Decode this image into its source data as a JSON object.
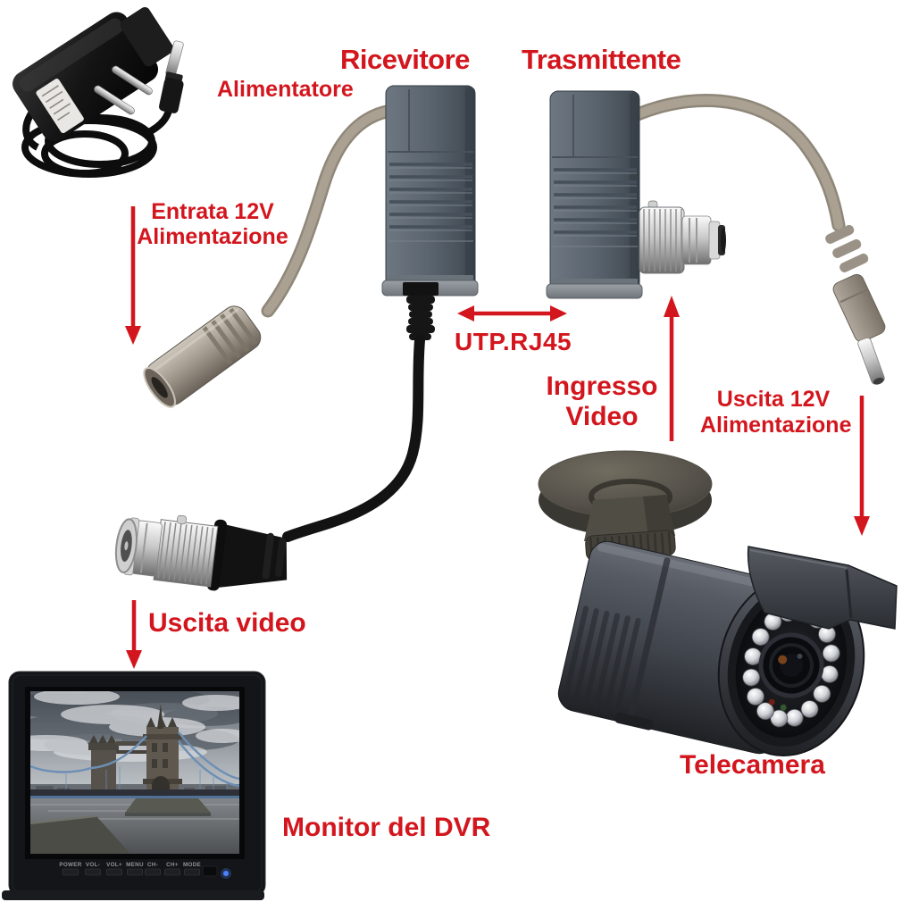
{
  "colors": {
    "annotation_red": "#d3161d",
    "background": "#ffffff"
  },
  "annotations": {
    "receiver_title": "Ricevitore",
    "transmitter_title": "Trasmittente",
    "power_adapter_label": "Alimentatore",
    "power_input_line1": "Entrata 12V",
    "power_input_line2": "Alimentazione",
    "utp_label": "UTP.RJ45",
    "video_input_line1": "Ingresso",
    "video_input_line2": "Video",
    "power_output_line1": "Uscita 12V",
    "power_output_line2": "Alimentazione",
    "video_output_label": "Uscita video",
    "monitor_label": "Monitor del DVR",
    "camera_label": "Telecamera"
  },
  "monitor": {
    "buttons": [
      "POWER",
      "VOL-",
      "VOL+",
      "MENU",
      "CH-",
      "CH+",
      "MODE"
    ]
  },
  "arrows": [
    {
      "name": "power-input-arrow",
      "direction": "down"
    },
    {
      "name": "utp-link-arrow",
      "direction": "horizontal-double"
    },
    {
      "name": "video-input-arrow",
      "direction": "up"
    },
    {
      "name": "power-output-arrow",
      "direction": "down"
    },
    {
      "name": "video-output-arrow",
      "direction": "down"
    }
  ]
}
